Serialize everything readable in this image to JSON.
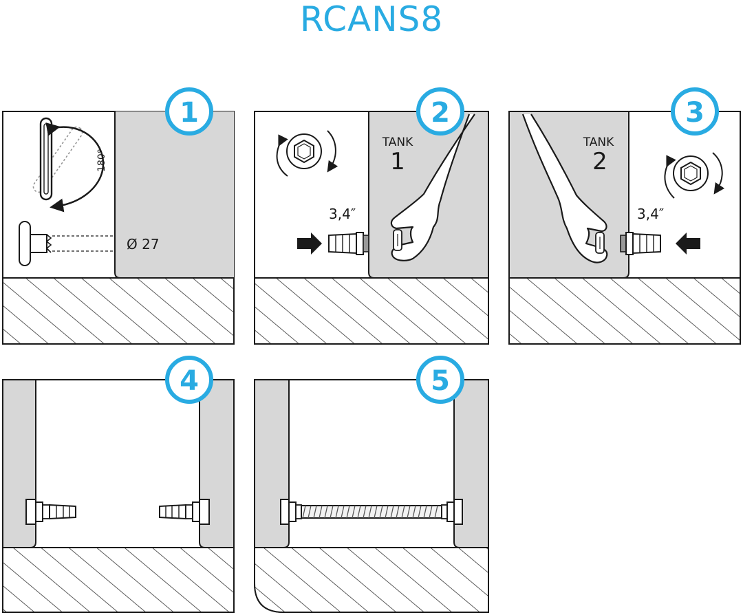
{
  "title": "RCANS8",
  "steps": [
    {
      "number": "1",
      "label": "Ø 27",
      "angle": "180°"
    },
    {
      "number": "2",
      "tank_word": "TANK",
      "tank_number": "1",
      "size": "3,4″"
    },
    {
      "number": "3",
      "tank_word": "TANK",
      "tank_number": "2",
      "size": "3,4″"
    },
    {
      "number": "4"
    },
    {
      "number": "5"
    }
  ],
  "colors": {
    "accent": "#29abe2",
    "tank_wall": "#d7d7d7",
    "line": "#1a1a1a",
    "background": "#ffffff"
  }
}
